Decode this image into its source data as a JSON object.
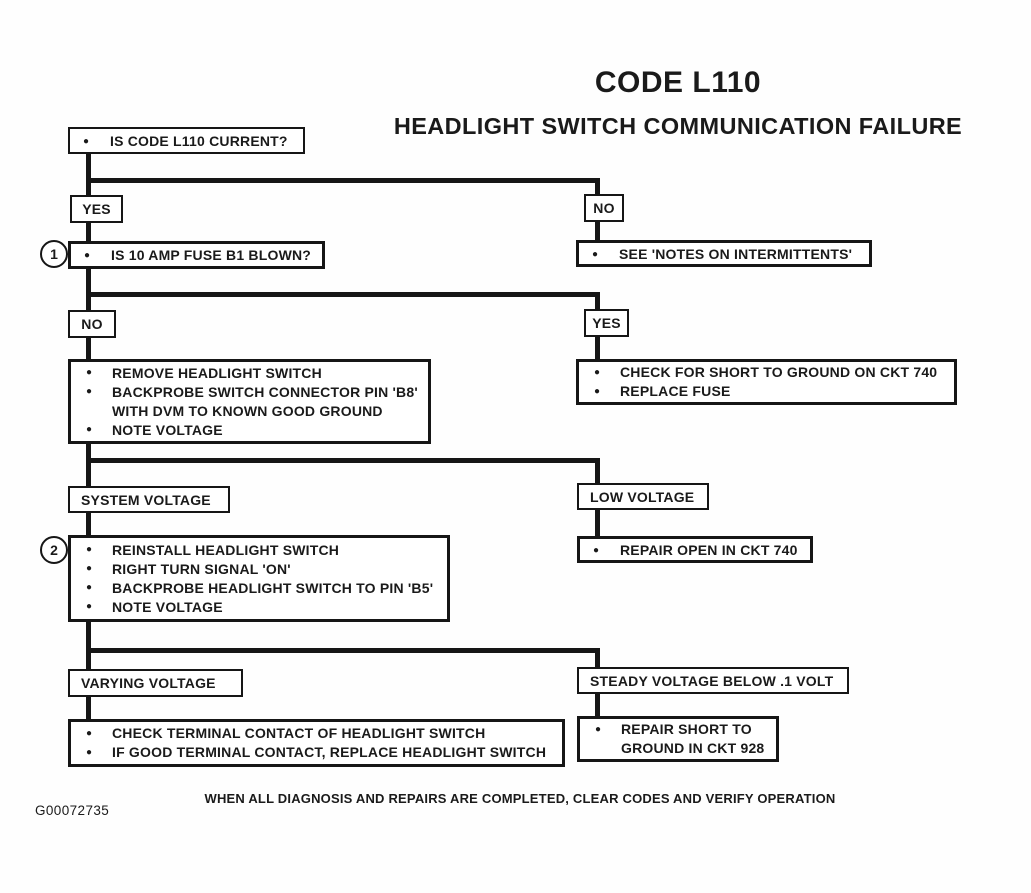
{
  "title": {
    "line1": "CODE L110",
    "line2": "HEADLIGHT SWITCH COMMUNICATION FAILURE"
  },
  "icons": {
    "bullet": "●"
  },
  "colors": {
    "ink": "#161616",
    "paper": "#fefefe"
  },
  "flow": {
    "start": {
      "text": "IS CODE L110 CURRENT?"
    },
    "branch1": {
      "yes": "YES",
      "no": "NO"
    },
    "step1": {
      "number": "1",
      "text": "IS 10 AMP FUSE B1 BLOWN?"
    },
    "intermittents": {
      "text": "SEE 'NOTES ON INTERMITTENTS'"
    },
    "branch2": {
      "no": "NO",
      "yes": "YES"
    },
    "probe": {
      "lines": [
        "REMOVE HEADLIGHT SWITCH",
        "BACKPROBE SWITCH CONNECTOR PIN 'B8'",
        "WITH DVM TO KNOWN GOOD GROUND",
        "NOTE VOLTAGE"
      ]
    },
    "short_check": {
      "lines": [
        "CHECK FOR SHORT TO GROUND ON CKT 740",
        "REPLACE FUSE"
      ]
    },
    "branch3": {
      "left": "SYSTEM VOLTAGE",
      "right": "LOW VOLTAGE"
    },
    "step2": {
      "number": "2",
      "lines": [
        "REINSTALL HEADLIGHT SWITCH",
        "RIGHT TURN SIGNAL 'ON'",
        "BACKPROBE HEADLIGHT SWITCH TO PIN 'B5'",
        "NOTE VOLTAGE"
      ]
    },
    "repair_open": {
      "text": "REPAIR OPEN IN CKT 740"
    },
    "branch4": {
      "left": "VARYING VOLTAGE",
      "right": "STEADY VOLTAGE BELOW .1 VOLT"
    },
    "terminal": {
      "lines": [
        "CHECK TERMINAL CONTACT OF HEADLIGHT SWITCH",
        "IF GOOD TERMINAL CONTACT, REPLACE HEADLIGHT SWITCH"
      ]
    },
    "repair_short": {
      "lines": [
        "REPAIR SHORT TO",
        "GROUND IN CKT 928"
      ]
    }
  },
  "footer": {
    "note": "WHEN ALL DIAGNOSIS AND REPAIRS ARE COMPLETED, CLEAR CODES AND VERIFY OPERATION",
    "figure_id": "G00072735"
  }
}
